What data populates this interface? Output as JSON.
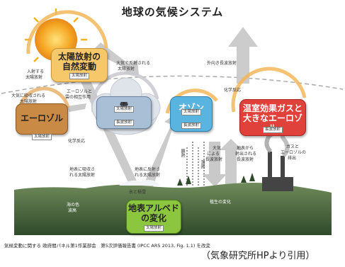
{
  "title": "地球の気候システム",
  "boxes": {
    "solar": {
      "title_l1": "太陽放射の",
      "title_l2": "自然変動",
      "tag": "太陽放射"
    },
    "aerosol": {
      "title": "エーロゾル",
      "tag": "太陽放射"
    },
    "cloud": {
      "title": "雲",
      "tag1": "太陽放射",
      "tag2": "長波放射"
    },
    "ozone": {
      "title": "オゾン",
      "tag1": "太陽放射",
      "tag2": "長波放射"
    },
    "ghg": {
      "title_l1": "温室効果ガスと",
      "title_l2": "大きなエーロゾル",
      "tag": "長波放射"
    },
    "albedo": {
      "title_l1": "地表アルベド",
      "title_l2": "の変化",
      "tag": "太陽放射"
    }
  },
  "labels": {
    "incoming_l1": "入射する",
    "incoming_l2": "太陽放射",
    "reflected_atm_l1": "大気で反射される",
    "reflected_atm_l2": "太陽放射",
    "outgoing_lw": "外向き長波放射",
    "absorbed_atm_l1": "大気に吸収される",
    "absorbed_atm_l2": "太陽放射",
    "aerosol_cloud_l1": "エーロゾルと",
    "aerosol_cloud_l2": "雲の相互作用",
    "chem_top": "化学反応",
    "chem_bottom": "化学反応",
    "absorbed_surface_l1": "地表に吸収さ",
    "absorbed_surface_l2": "れる太陽放射",
    "reflected_surface_l1": "地表に反射さ",
    "reflected_surface_l2": "れる太陽放射",
    "sensible": "顕熱",
    "latent": "潜熱",
    "atm_lw_l1": "大気",
    "atm_lw_l2": "による",
    "atm_lw_l3": "長波放射",
    "surface_lw_l1": "地表から",
    "surface_lw_l2": "射出される",
    "surface_lw_l3": "長波放射",
    "gas_emission_l1": "ガスと",
    "gas_emission_l2": "エーロゾルの",
    "gas_emission_l3": "排出",
    "ice_snow": "氷と積雪",
    "ocean_l1": "海の色",
    "ocean_l2": "波高",
    "vegetation": "植生の変化"
  },
  "caption": "気候変動に関する 政府間パネル第1作業部会　第5次評価報告書 (IPCC AR5 2013, Fig. 1.1) を改変",
  "citation": "（気象研究所HPより引用）",
  "colors": {
    "solar_box": "#f7c86a",
    "aerosol_box": "#c98a45",
    "cloud_box": "#a9bfd6",
    "ozone_box": "#5ab4e0",
    "ghg_box": "#e0413a",
    "albedo_box": "#8cc63f",
    "sun": "#f5a623",
    "arrows": "#c2c2c2",
    "ground": "#4d6b3e"
  }
}
